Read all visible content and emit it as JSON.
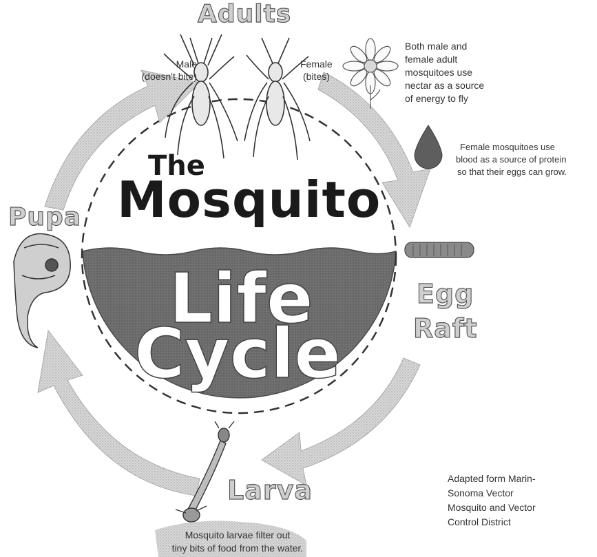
{
  "diagram": {
    "stages": {
      "adults": "Adults",
      "egg_raft_line1": "Egg",
      "egg_raft_line2": "Raft",
      "larva": "Larva",
      "pupa": "Pupa"
    },
    "title": {
      "the": "The",
      "mosquito": "Mosquito",
      "life": "Life",
      "cycle": "Cycle"
    },
    "adult_labels": {
      "male": "Male",
      "male_note": "(doesn't bite)",
      "female": "Female",
      "female_note": "(bites)"
    },
    "notes": {
      "nectar": [
        "Both male and",
        "female adult",
        "mosquitoes use",
        "nectar as a source",
        "of energy to fly"
      ],
      "blood": [
        "Female mosquitoes use",
        "blood as a source of protein",
        "so that their eggs can grow."
      ],
      "larvae": [
        "Mosquito larvae filter out",
        "tiny bits of food from the water."
      ]
    },
    "credit": [
      "Adapted form Marin-",
      "Sonoma Vector",
      "Mosquito and Vector",
      "Control District"
    ],
    "colors": {
      "water": "#6b6b6b",
      "arrow": "#d4d4d4",
      "outline": "#555555"
    }
  }
}
